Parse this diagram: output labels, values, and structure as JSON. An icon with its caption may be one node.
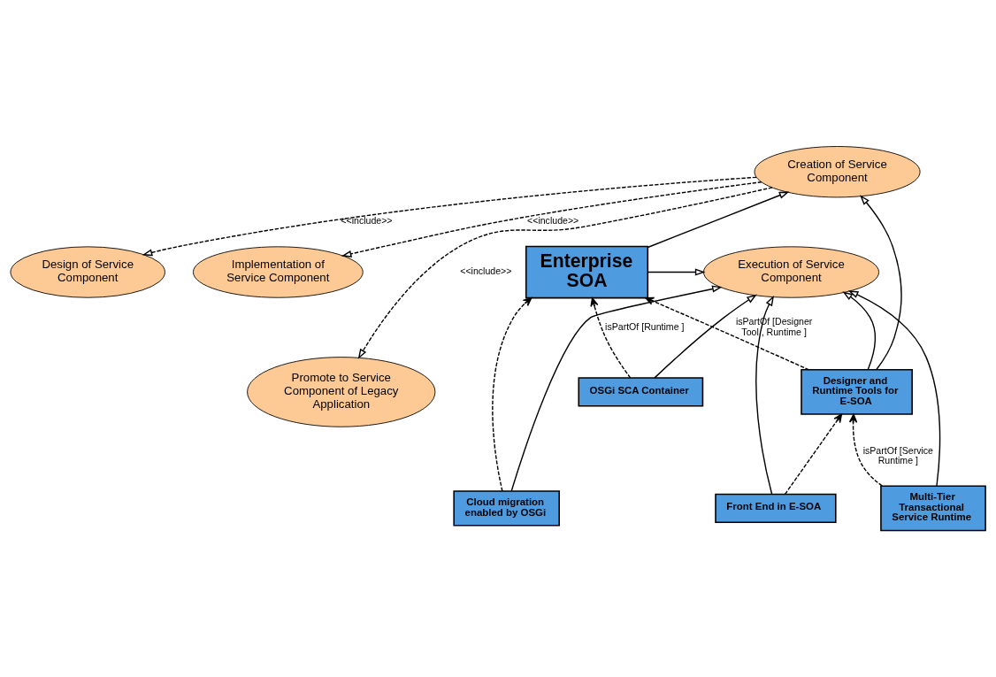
{
  "diagram": {
    "nodes": [
      {
        "text": [
          "Creation of Service Component"
        ]
      },
      {
        "text": [
          "Design of Service Component"
        ]
      },
      {
        "text": [
          "Implementation of Service Component"
        ]
      },
      {
        "text": [
          "Promote to Service Component of Legacy Application"
        ]
      },
      {
        "text": [
          "Enterprise SOA"
        ]
      },
      {
        "text": [
          "Designer and Runtime Tools for E-SOA"
        ]
      },
      {
        "text": [
          "Execution of Service Component"
        ]
      },
      {
        "text": [
          "Multi-Tier Transactional Service Runtime"
        ]
      },
      {
        "text": [
          "Front End in E-SOA"
        ]
      },
      {
        "text": [
          "OSGi SCA Container"
        ]
      },
      {
        "text": [
          "Cloud migration enabled by OSGi"
        ]
      }
    ],
    "edges": [
      {
        "from": 0,
        "to": 1,
        "arrow": "to",
        "style": "dashed",
        "label": "<<include>>"
      },
      {
        "from": 0,
        "to": 2,
        "arrow": "to",
        "style": "dashed",
        "label": "<<include>>"
      },
      {
        "from": 0,
        "to": 3,
        "arrow": "to",
        "style": "dashed",
        "label": "<<include>>"
      },
      {
        "from": 4,
        "to": 0,
        "arrow": "to"
      },
      {
        "from": 5,
        "to": 0,
        "arrow": "to"
      },
      {
        "from": 5,
        "to": 4,
        "arrow": "to",
        "style": "dashed",
        "label": "isPartOf [Designer Tool , Runtime ]"
      },
      {
        "from": 4,
        "to": 6,
        "arrow": "to"
      },
      {
        "from": 5,
        "to": 6,
        "arrow": "to"
      },
      {
        "from": 7,
        "to": 6,
        "arrow": "to"
      },
      {
        "from": 8,
        "to": 6,
        "arrow": "to"
      },
      {
        "from": 9,
        "to": 6,
        "arrow": "to"
      },
      {
        "from": 10,
        "to": 6,
        "arrow": "to"
      },
      {
        "from": 7,
        "to": 5,
        "arrow": "to",
        "style": "dashed",
        "label": "isPartOf [Service Runtime ]"
      },
      {
        "from": 8,
        "to": 5,
        "arrow": "to",
        "style": "dashed"
      },
      {
        "from": 9,
        "to": 4,
        "arrow": "to",
        "style": "dashed",
        "label": "isPartOf [Runtime ]"
      },
      {
        "from": 10,
        "to": 4,
        "arrow": "to",
        "style": "dashed"
      }
    ]
  }
}
